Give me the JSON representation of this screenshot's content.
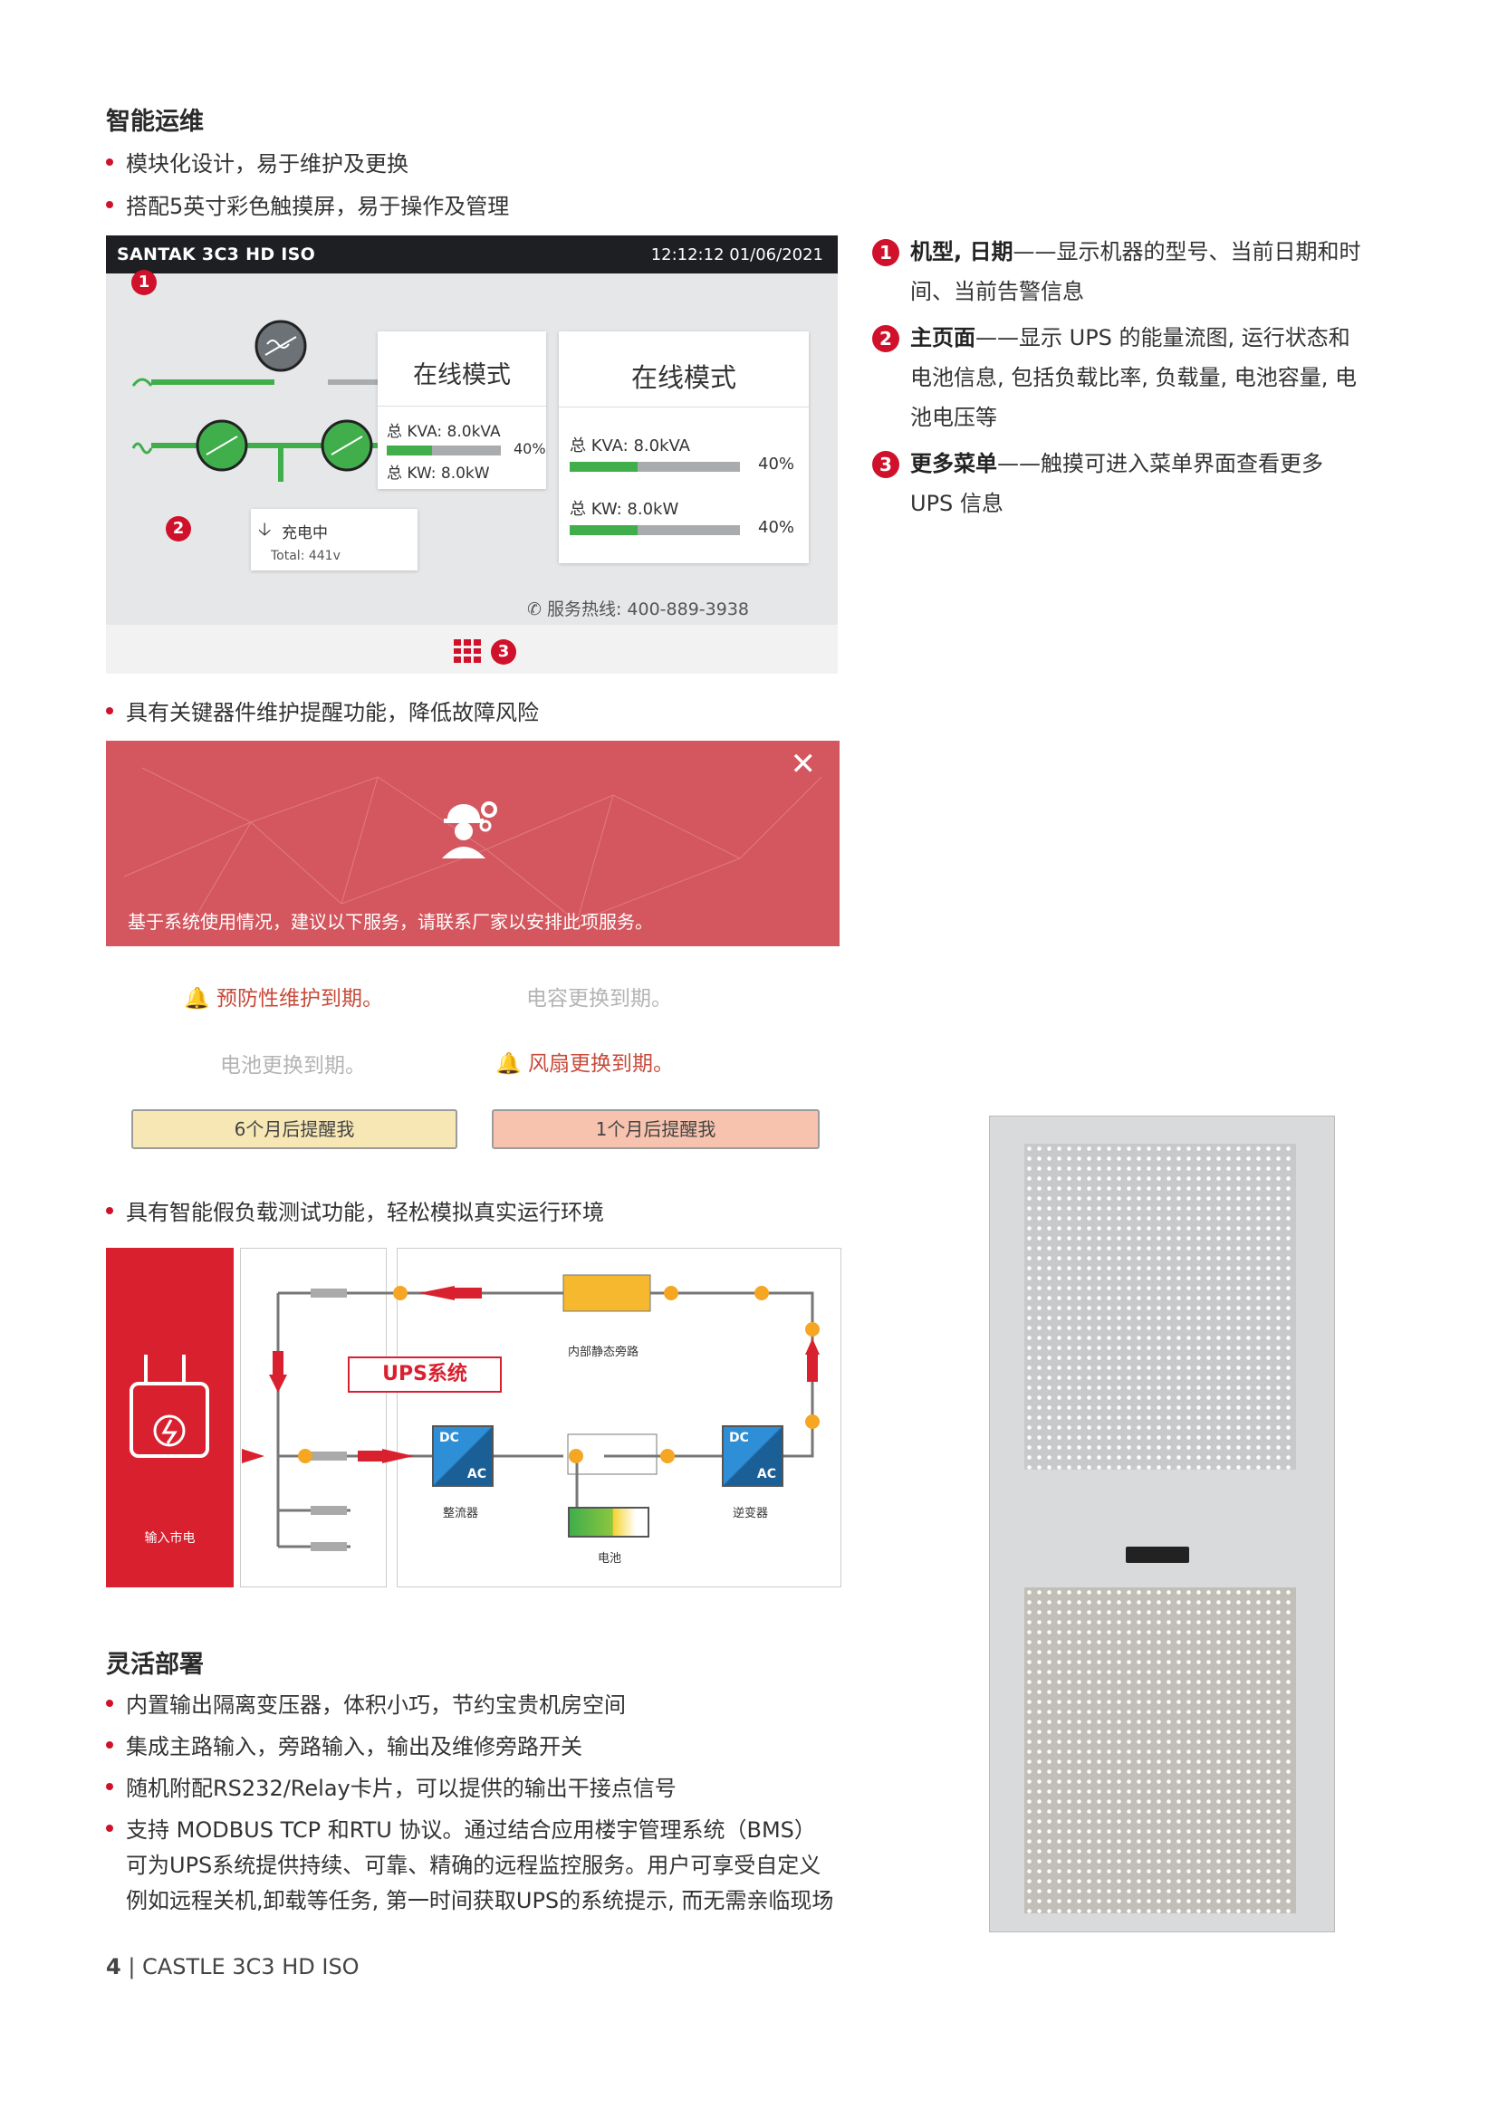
{
  "section1": {
    "title": "智能运维",
    "bullets": [
      "模块化设计，易于维护及更换",
      "搭配5英寸彩色触摸屏，易于操作及管理"
    ]
  },
  "screen": {
    "model": "SANTAK 3C3 HD ISO",
    "datetime": "12:12:12  01/06/2021",
    "mode": "在线模式",
    "kva_label": "总 KVA: 8.0kVA",
    "kva_pct": "40%",
    "kva_fill": 0.4,
    "kw_label": "总 KW: 8.0kW",
    "kw_pct": "40%",
    "kw_fill": 0.4,
    "charging": "充电中",
    "total": "Total:  441v",
    "hotline": "服务热线: 400-889-3938",
    "badge1": "1",
    "badge2": "2",
    "badge3": "3"
  },
  "callouts": [
    {
      "num": "1",
      "head": "机型, 日期",
      "text": "——显示机器的型号、当前日期和时间、当前告警信息"
    },
    {
      "num": "2",
      "head": "主页面",
      "text": "——显示 UPS 的能量流图, 运行状态和电池信息, 包括负载比率, 负载量, 电池容量, 电池电压等"
    },
    {
      "num": "3",
      "head": "更多菜单",
      "text": "——触摸可进入菜单界面查看更多 UPS 信息"
    }
  ],
  "bullet_maint": "具有关键器件维护提醒功能，降低故障风险",
  "maint": {
    "message": "基于系统使用情况，建议以下服务，请联系厂家以安排此项服务。",
    "item1": "预防性维护到期。",
    "item2": "电容更换到期。",
    "item3": "电池更换到期。",
    "item4": "风扇更换到期。",
    "btn1": "6个月后提醒我",
    "btn2": "1个月后提醒我",
    "close": "✕"
  },
  "bullet_test": "具有智能假负载测试功能，轻松模拟真实运行环境",
  "diagram": {
    "input": "输入市电",
    "ups": "UPS系统",
    "bypass": "内部静态旁路",
    "rect": "整流器",
    "inv": "逆变器",
    "battery": "电池",
    "dc": "DC",
    "ac": "AC"
  },
  "section2": {
    "title": "灵活部署",
    "bullets": [
      "内置输出隔离变压器，体积小巧，节约宝贵机房空间",
      "集成主路输入，旁路输入，输出及维修旁路开关",
      "随机附配RS232/Relay卡片，可以提供的输出干接点信号",
      "支持 MODBUS TCP 和RTU 协议。通过结合应用楼宇管理系统（BMS）"
    ],
    "cont1": "可为UPS系统提供持续、可靠、精确的远程监控服务。用户可享受自定义",
    "cont2": "例如远程关机,卸载等任务, 第一时间获取UPS的系统提示, 而无需亲临现场"
  },
  "footer": {
    "page": "4",
    "sep": " | ",
    "product": "CASTLE 3C3 HD ISO"
  },
  "colors": {
    "accent": "#d0112b",
    "green": "#3fae4b",
    "maint_bg": "#d4575f"
  }
}
